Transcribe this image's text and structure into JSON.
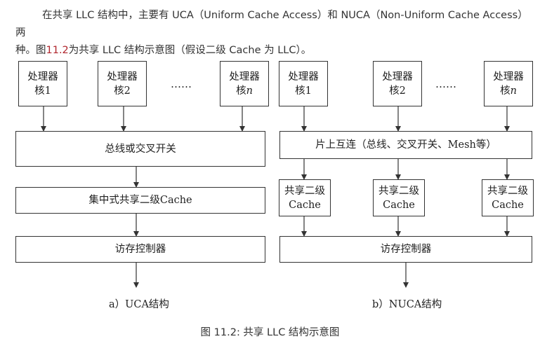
{
  "paragraph": {
    "line1": "在共享 LLC 结构中，主要有 UCA（Uniform Cache Access）和 NUCA（Non-Uniform Cache Access）两",
    "line2_prefix": "种。图",
    "line2_ref": "11.2",
    "line2_suffix": "为共享 LLC 结构示意图（假设二级 Cache 为 LLC）。"
  },
  "uca": {
    "core1_line1": "处理器",
    "core1_line2": "核1",
    "core2_line1": "处理器",
    "core2_line2": "核2",
    "coreN_line1": "处理器",
    "coreN_line2_prefix": "核",
    "coreN_line2_var": "n",
    "ellipsis": "……",
    "bus": "总线或交叉开关",
    "l2": "集中式共享二级Cache",
    "mc": "访存控制器",
    "label": "a）UCA结构"
  },
  "nuca": {
    "core1_line1": "处理器",
    "core1_line2": "核1",
    "core2_line1": "处理器",
    "core2_line2": "核2",
    "coreN_line1": "处理器",
    "coreN_line2_prefix": "核",
    "coreN_line2_var": "n",
    "ellipsis": "……",
    "interconnect": "片上互连（总线、交叉开关、Mesh等）",
    "l2_1_line1": "共享二级",
    "l2_1_line2": "Cache",
    "l2_2_line1": "共享二级",
    "l2_2_line2": "Cache",
    "l2_3_line1": "共享二级",
    "l2_3_line2": "Cache",
    "mc": "访存控制器",
    "label": "b）NUCA结构"
  },
  "caption": "图 11.2: 共享 LLC 结构示意图"
}
